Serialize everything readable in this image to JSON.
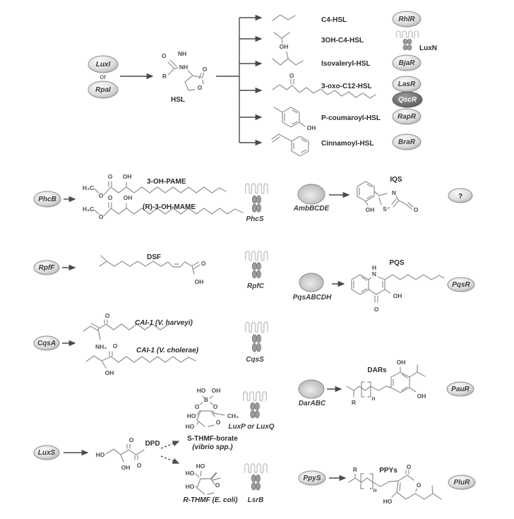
{
  "colors": {
    "oval_light": "#d9d9d9",
    "oval_dark": "#6b6b6b",
    "bond_gray": "#8f8f8f",
    "arrow_gray": "#4a4a4a",
    "membrane_loop_gray": "#c9c9c9"
  },
  "atoms": {
    "O": "O",
    "OH": "OH",
    "HO": "HO",
    "NH": "NH",
    "NH2": "NH₂",
    "N": "N",
    "S": "S",
    "H": "H",
    "R": "R",
    "n": "n",
    "B": "B",
    "H3C": "H₃C",
    "CH3": "CH₃"
  },
  "sections": {
    "ahl": {
      "synthase1": "LuxI",
      "conj": "or",
      "synthase2": "RpaI",
      "product": "HSL",
      "branches": [
        {
          "label": "C4-HSL",
          "receptor": "RhlR"
        },
        {
          "label": "3OH-C4-HSL",
          "receptor": "LuxN"
        },
        {
          "label": "Isovaleryl-HSL",
          "receptor": "BjaR"
        },
        {
          "label": "3-oxo-C12-HSL",
          "receptor": "LasR",
          "receptor2": "QscR"
        },
        {
          "label": "P-coumaroyl-HSL",
          "receptor": "RapR"
        },
        {
          "label": "Cinnamoyl-HSL",
          "receptor": "BraR"
        }
      ]
    },
    "phc": {
      "synthase": "PhcB",
      "product1": "3-OH-PAME",
      "product2": "(R)-3-OH-MAME",
      "receptor": "PhcS"
    },
    "iqs": {
      "synthase": "AmbBCDE",
      "product": "IQS",
      "receptor": "?"
    },
    "dsf": {
      "synthase": "RpfF",
      "product": "DSF",
      "receptor": "RpfC"
    },
    "pqs": {
      "synthase": "PqsABCDH",
      "product": "PQS",
      "receptor": "PqsR"
    },
    "cai": {
      "synthase": "CqsA",
      "product1": "CAI-1 (V. harveyi)",
      "product2": "CAI-1 (V. cholerae)",
      "receptor": "CqsS"
    },
    "dar": {
      "synthase": "DarABC",
      "product": "DARs",
      "receptor": "PauR"
    },
    "ai2": {
      "synthase": "LuxS",
      "intermediate": "DPD",
      "product1": "S-THMF-borate",
      "product1_note": "(vibrio spp.)",
      "receptor1": "LuxP or LuxQ",
      "product2": "R-THMF (E. coli)",
      "receptor2": "LsrB"
    },
    "ppy": {
      "synthase": "PpyS",
      "product": "PPYs",
      "receptor": "PluR"
    }
  }
}
